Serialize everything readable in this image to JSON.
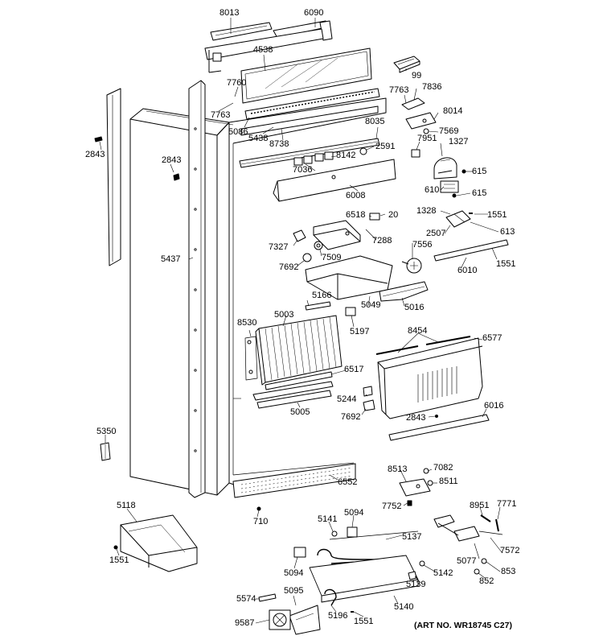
{
  "art_number": "(ART NO. WR18745 C27)",
  "labels": {
    "p8013": "8013",
    "p6090": "6090",
    "p4538": "4538",
    "p99": "99",
    "p7760": "7760",
    "p7763a": "7763",
    "p7763b": "7763",
    "p7836": "7836",
    "p8014": "8014",
    "p5086": "5086",
    "p5438": "5438",
    "p8738": "8738",
    "p8035": "8035",
    "p7569": "7569",
    "p7951": "7951",
    "p1327": "1327",
    "p2843a": "2843",
    "p2843b": "2843",
    "p2591": "2591",
    "p8142": "8142",
    "p7036": "7036",
    "p615a": "615",
    "p610": "610",
    "p615b": "615",
    "p6008": "6008",
    "p6518": "6518",
    "p20": "20",
    "p1328": "1328",
    "p1551a": "1551",
    "p2507": "2507",
    "p613": "613",
    "p7288": "7288",
    "p7327": "7327",
    "p7556": "7556",
    "p5437": "5437",
    "p7692a": "7692",
    "p7509": "7509",
    "p6010": "6010",
    "p1551b": "1551",
    "p5166": "5166",
    "p5003": "5003",
    "p5049": "5049",
    "p5016": "5016",
    "p8530": "8530",
    "p5197": "5197",
    "p8454": "8454",
    "p6577": "6577",
    "p6517": "6517",
    "p5244": "5244",
    "p5005": "5005",
    "p7692b": "7692",
    "p2843c": "2843",
    "p6016": "6016",
    "p5350": "5350",
    "p8513": "8513",
    "p7082": "7082",
    "p6552": "6552",
    "p8511": "8511",
    "p7752": "7752",
    "p5118": "5118",
    "p710": "710",
    "p5141": "5141",
    "p5094a": "5094",
    "p8951": "8951",
    "p7771": "7771",
    "p5137": "5137",
    "p1551c": "1551",
    "p5077": "5077",
    "p7572": "7572",
    "p5094b": "5094",
    "p5142": "5142",
    "p853": "853",
    "p5139": "5139",
    "p852": "852",
    "p5574": "5574",
    "p5095": "5095",
    "p5140": "5140",
    "p9587": "9587",
    "p5196": "5196",
    "p1551d": "1551"
  }
}
